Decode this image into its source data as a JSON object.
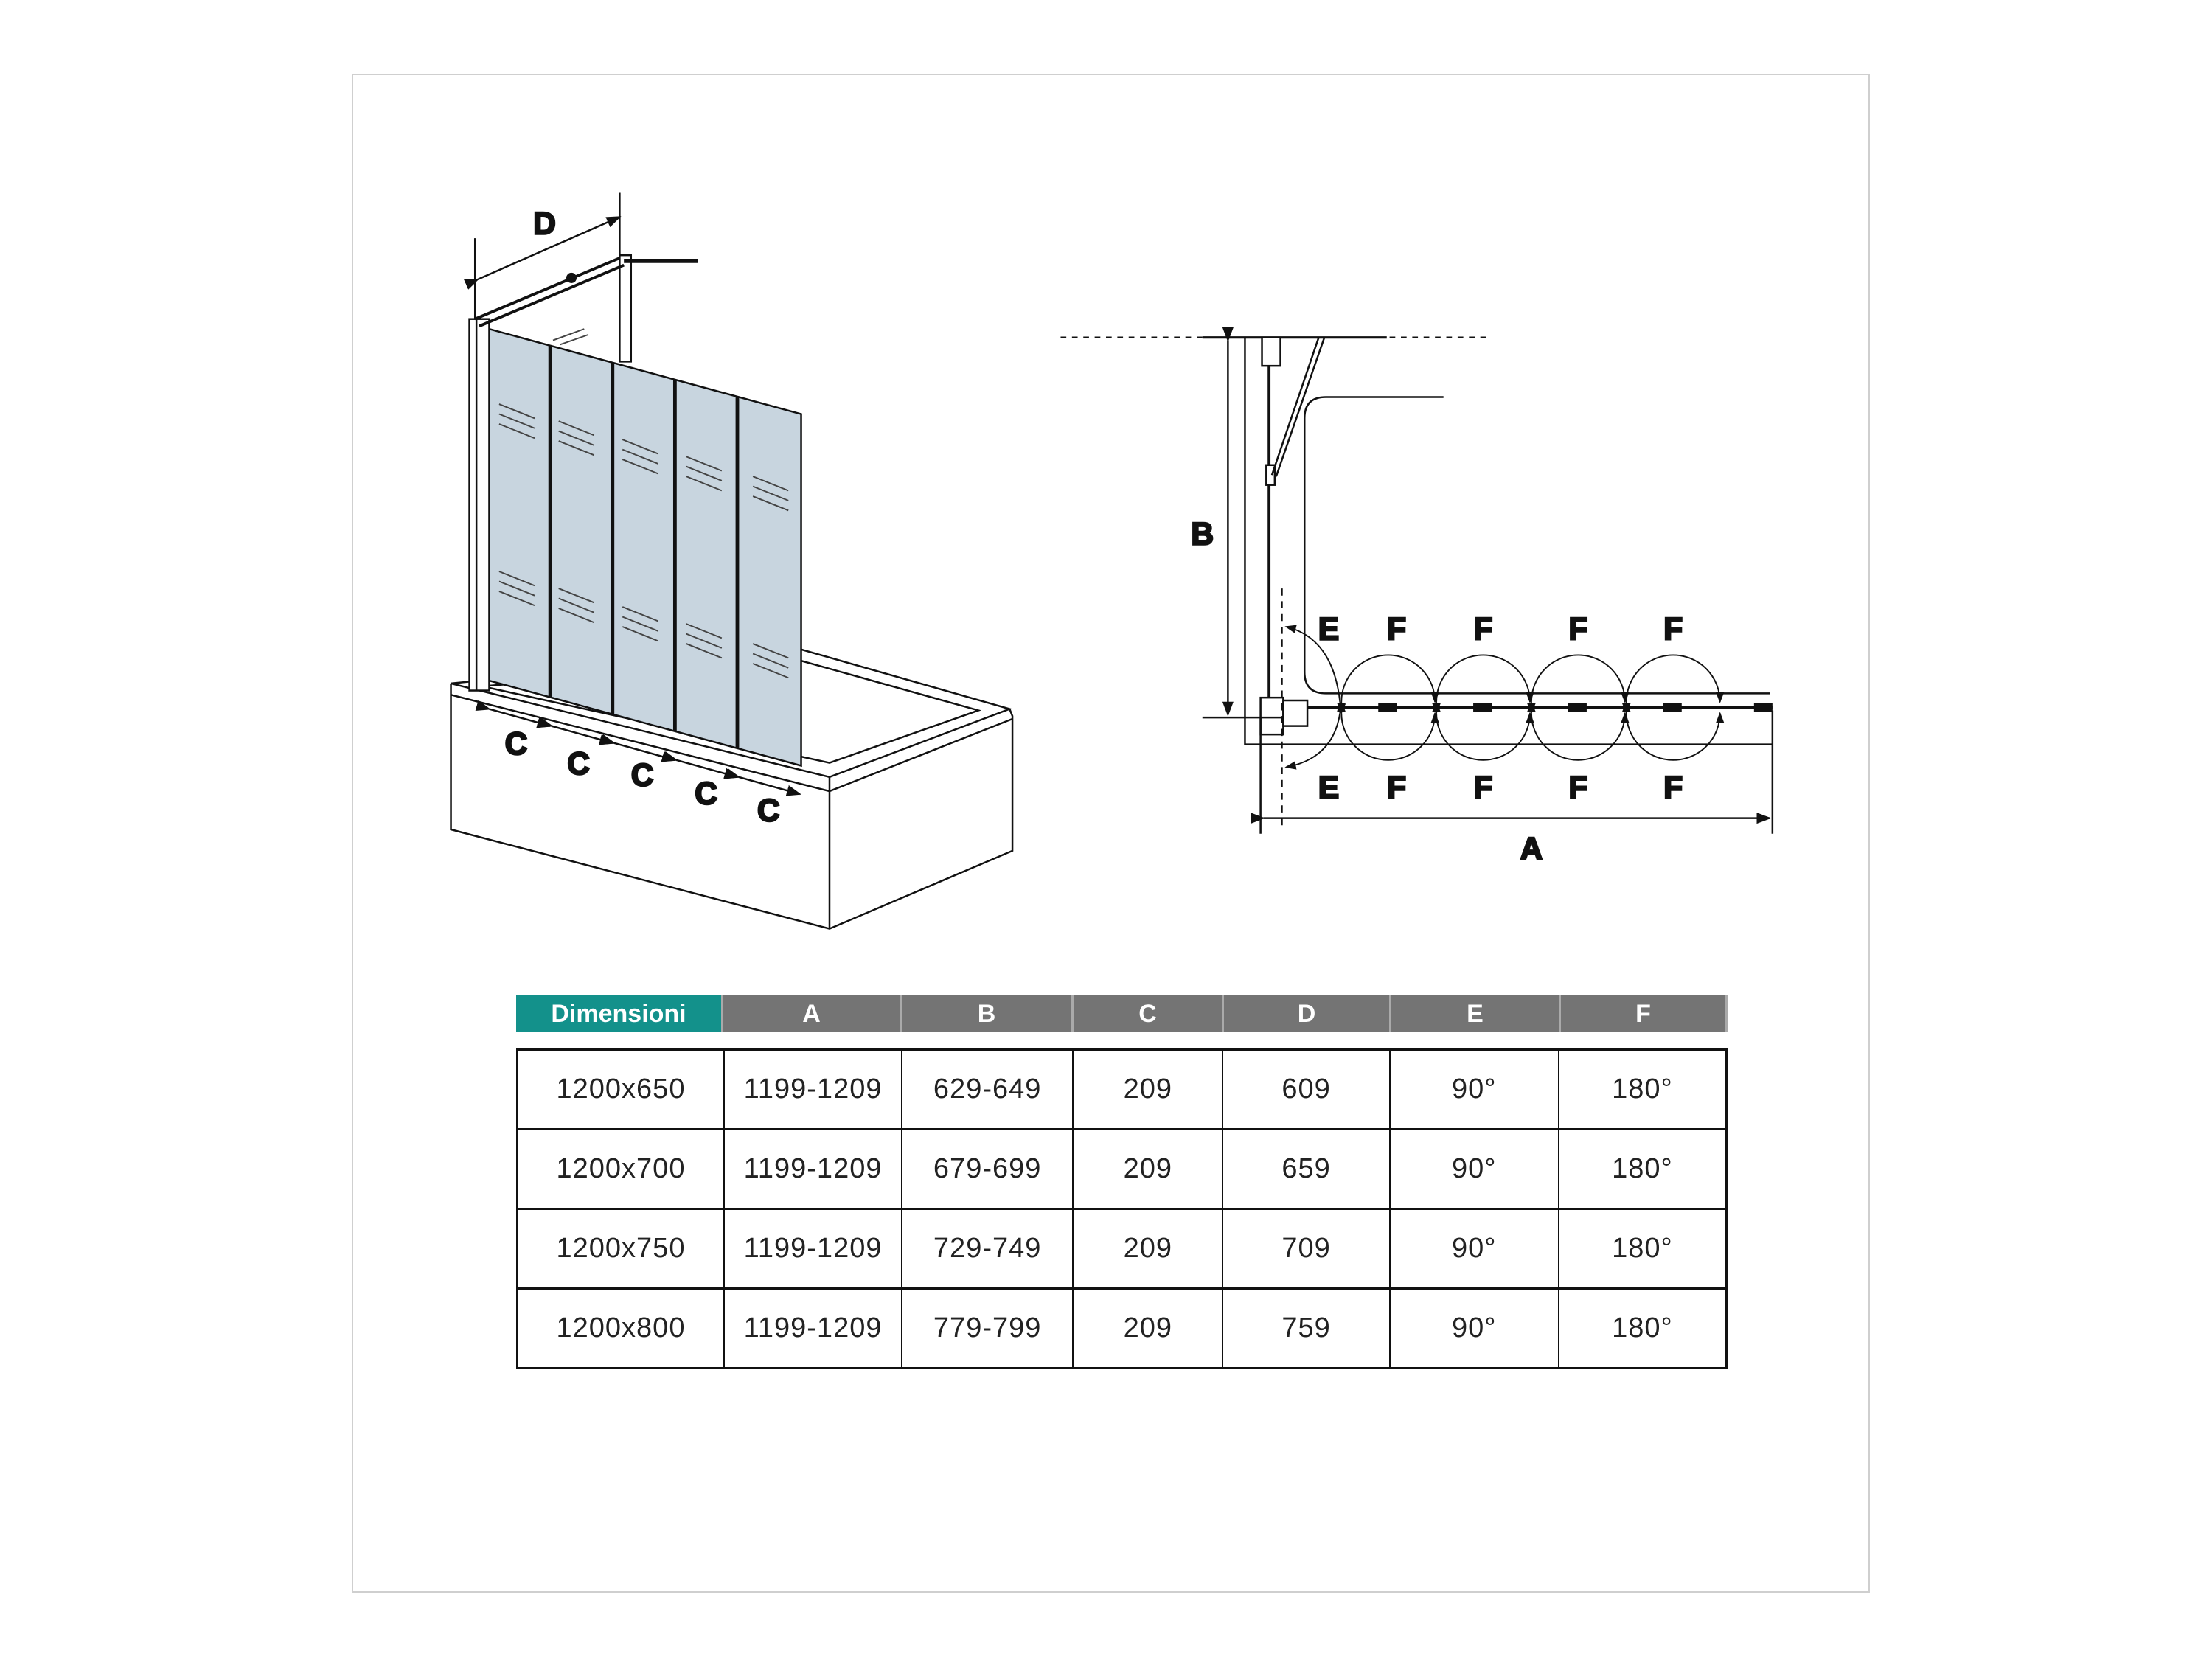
{
  "diagram": {
    "left": {
      "d_label": "D",
      "c_labels": [
        "C",
        "C",
        "C",
        "C",
        "C"
      ]
    },
    "right": {
      "b_label": "B",
      "a_label": "A",
      "e_top": "E",
      "e_bottom": "E",
      "f_top": [
        "F",
        "F",
        "F",
        "F"
      ],
      "f_bottom": [
        "F",
        "F",
        "F",
        "F"
      ]
    }
  },
  "colors": {
    "glass": "#c8d5df",
    "header_accent": "#13918b",
    "header_gray": "#747474"
  },
  "table": {
    "headers": [
      "Dimensioni",
      "A",
      "B",
      "C",
      "D",
      "E",
      "F"
    ],
    "rows": [
      [
        "1200x650",
        "1199-1209",
        "629-649",
        "209",
        "609",
        "90°",
        "180°"
      ],
      [
        "1200x700",
        "1199-1209",
        "679-699",
        "209",
        "659",
        "90°",
        "180°"
      ],
      [
        "1200x750",
        "1199-1209",
        "729-749",
        "209",
        "709",
        "90°",
        "180°"
      ],
      [
        "1200x800",
        "1199-1209",
        "779-799",
        "209",
        "759",
        "90°",
        "180°"
      ]
    ]
  }
}
